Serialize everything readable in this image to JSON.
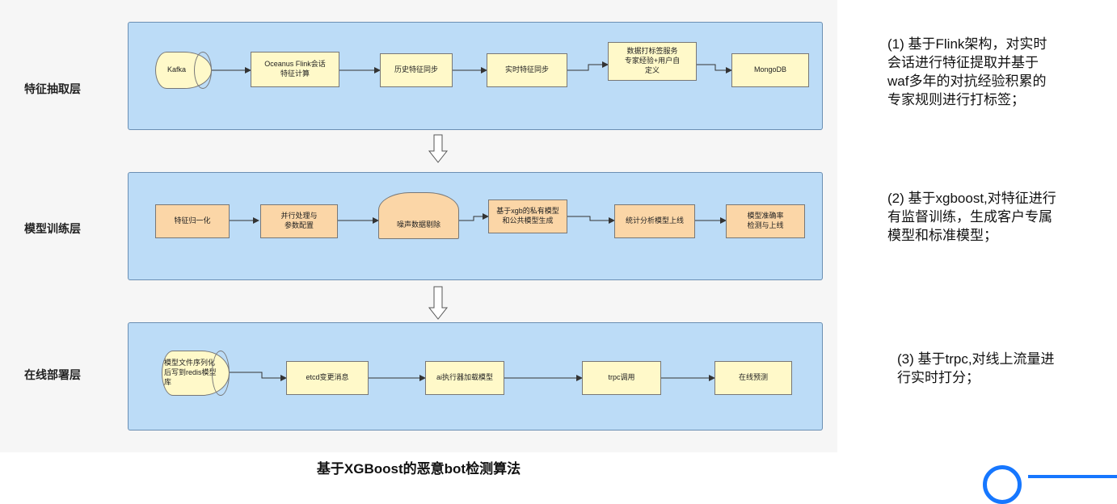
{
  "layers": [
    {
      "label": "特征抽取层",
      "nodes": [
        "Kafka",
        "Oceanus Flink会话\n特征计算",
        "历史特征同步",
        "实时特征同步",
        "数据打标签服务\n专家经验+用户自\n定义",
        "MongoDB"
      ]
    },
    {
      "label": "模型训练层",
      "nodes": [
        "特征归一化",
        "并行处理与\n参数配置",
        "噪声数据剔除",
        "基于xgb的私有模型\n和公共模型生成",
        "统计分析模型上线",
        "模型准确率\n检测与上线"
      ]
    },
    {
      "label": "在线部署层",
      "nodes": [
        "模型文件序列化\n后写到redis模型\n库",
        "etcd变更消息",
        "ai执行器加载模型",
        "trpc调用",
        "在线预测"
      ]
    }
  ],
  "notes": [
    "(1) 基于Flink架构，对实时\n会话进行特征提取并基于\nwaf多年的对抗经验积累的\n专家规则进行打标签；",
    "(2) 基于xgboost,对特征进行\n有监督训练，生成客户专属\n模型和标准模型；",
    "(3) 基于trpc,对线上流量进\n行实时打分；"
  ],
  "caption": "基于XGBoost的恶意bot检测算法",
  "colors": {
    "panel": "#bcdcf7",
    "node_yellow": "#fff9c9",
    "node_orange": "#fbd6a7",
    "logo": "#1677ff"
  }
}
